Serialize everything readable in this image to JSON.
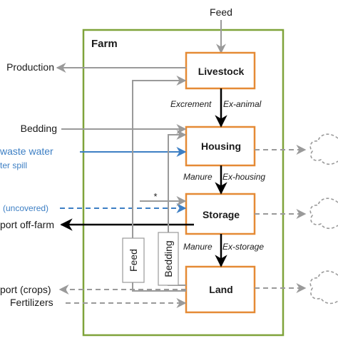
{
  "farm": {
    "title": "Farm",
    "boundary_color": "#7fa33a"
  },
  "boxes": {
    "livestock": "Livestock",
    "housing": "Housing",
    "storage": "Storage",
    "land": "Land",
    "border_color": "#e58a35"
  },
  "labels": {
    "feed_top": "Feed",
    "production": "Production",
    "bedding_in": "Bedding",
    "waste_water": "waste water",
    "water_spill": "ter spill",
    "uncovered": "(uncovered)",
    "export_off_farm": "port off-farm",
    "export_crops": "port (crops)",
    "fertilizers": "Fertilizers",
    "excrement": "Excrement",
    "ex_animal": "Ex-animal",
    "manure_housing": "Manure",
    "ex_housing": "Ex-housing",
    "manure_storage": "Manure",
    "ex_storage": "Ex-storage",
    "asterisk": "*",
    "feed_vertical": "Feed",
    "bedding_vertical": "Bedding"
  },
  "colors": {
    "gray_line": "#9a9a9a",
    "blue": "#3d7fc4",
    "black": "#000000",
    "text": "#1a1a1a"
  }
}
